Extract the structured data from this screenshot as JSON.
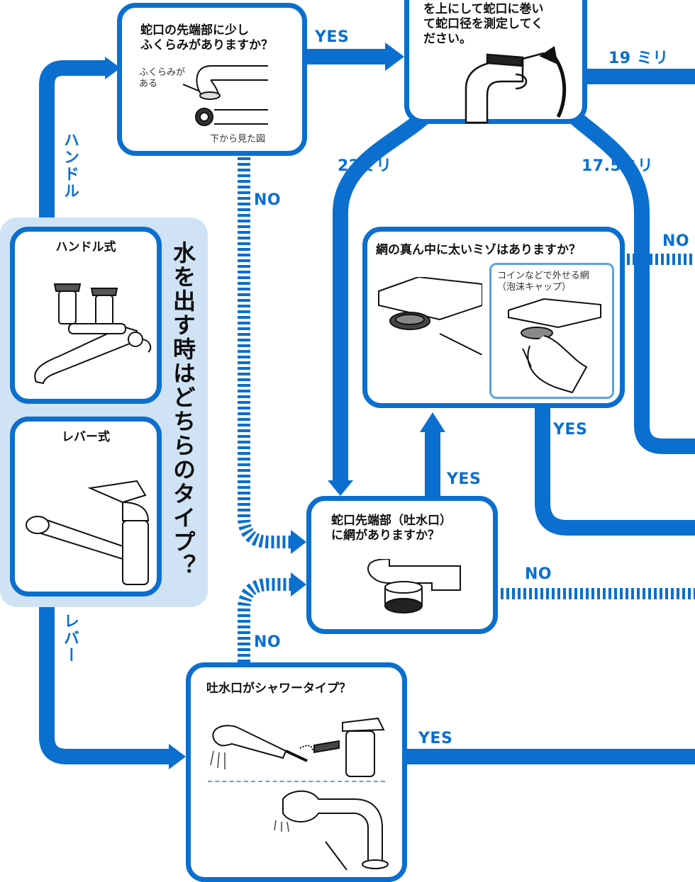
{
  "colors": {
    "flow_blue": "#0a6fcf",
    "panel_blue": "#cfe3f5",
    "inset_border": "#5aa3dc"
  },
  "title": "水を出す時はどちらのタイプ？",
  "types": {
    "handle": "ハンドル式",
    "lever": "レバー式"
  },
  "branch_labels": {
    "handle": "ハンドル",
    "lever": "レバー"
  },
  "q_bulge": {
    "line1": "蛇口の先端部に少し",
    "line2": "ふくらみがありますか？",
    "note_line1": "ふくらみが",
    "note_line2": "ある",
    "caption": "下から見た図"
  },
  "q_measure": {
    "line1": "を上にして蛇口に巻い",
    "line2": "て蛇口径を測定してく",
    "line3": "ださい。"
  },
  "q_groove": {
    "text": "網の真ん中に太いミゾはありますか？",
    "inset_line1": "コインなどで外せる網",
    "inset_line2": "（泡沫キャップ）"
  },
  "q_mesh": {
    "line1": "蛇口先端部（吐水口）",
    "line2": "に網がありますか？"
  },
  "q_shower": {
    "text": "吐水口がシャワータイプ？"
  },
  "edge_labels": {
    "yes_top": "YES",
    "no_bulge": "NO",
    "size_19": "19 ミリ",
    "size_22": "22ミリ",
    "size_175": "17.5ミリ",
    "no_right": "NO",
    "yes_groove": "YES",
    "yes_mesh_up": "YES",
    "no_mesh": "NO",
    "no_shower": "NO",
    "yes_shower": "YES"
  },
  "icons": [
    "faucet-bulge-icon",
    "faucet-tape-measure-icon",
    "handle-faucet-icon",
    "lever-faucet-icon",
    "aerator-icon",
    "mesh-tip-icon",
    "shower-faucet-icon",
    "spout-faucet-icon"
  ]
}
